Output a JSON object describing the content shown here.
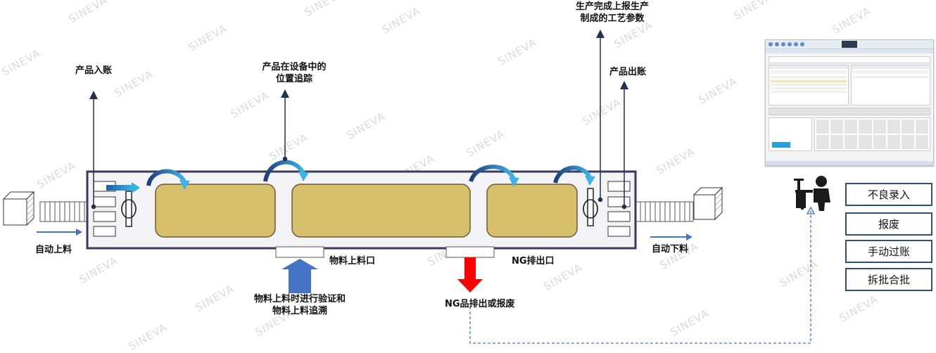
{
  "watermark": "SINEVA",
  "labels": {
    "product_in": "产品入账",
    "position_tracking": [
      "产品在设备中的",
      "位置追踪"
    ],
    "report_params": [
      "生产完成上报生产",
      "制成的工艺参数"
    ],
    "product_out": "产品出账",
    "auto_load": "自动上料",
    "auto_unload": "自动下料",
    "material_port": "物料上料口",
    "ng_port": "NG排出口",
    "material_verify": [
      "物料上料时进行验证和",
      "物料上料追溯"
    ],
    "ng_discard": "NG品排出或报废"
  },
  "actions": [
    "不良录入",
    "报废",
    "手动过账",
    "拆批合批"
  ],
  "colors": {
    "chamber_fill": "#d8bf6b",
    "machine_border": "#3a3a5c",
    "arrow_blue_dark": "#1f3d7a",
    "arrow_blue_light": "#2ea7e0",
    "material_arrow": "#4472c4",
    "ng_arrow": "#ff0000",
    "dashed_line": "#4472c4",
    "button_border": "#2f4f7a"
  }
}
